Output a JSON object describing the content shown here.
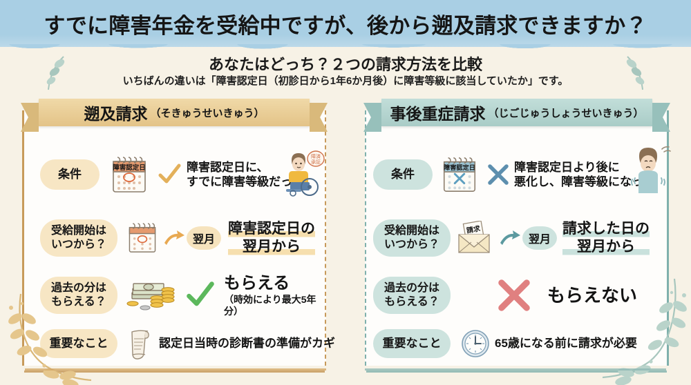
{
  "header": {
    "main_title": "すでに障害年金を受給中ですが、後から遡及請求できますか？",
    "band_color": "#a9cfe4",
    "sub_title": "あなたはどっち？２つの請求方法を比較",
    "sub_note": "いちばんの違いは「障害認定日（初診日から1年6か月後）に障害等級に該当していたか」です。"
  },
  "background_color": "#f7f2e6",
  "panels": [
    {
      "id": "sokyu",
      "accent_color": "#c79a5a",
      "ribbon_color": "#e3c387",
      "pill_color": "#f7e6c4",
      "title_main": "遡及請求",
      "title_reading": "（そきゅうせいきゅう）",
      "rows": [
        {
          "label_line1": "条件",
          "label_line2": "",
          "icon": "calendar-icon",
          "calendar_label": "障害認定日",
          "mark": "check-mark-icon",
          "text_line1": "障害認定日に、",
          "text_line2": "すでに障害等級だった",
          "figure": "wheelchair-person-illustration",
          "stamp_line1": "障済",
          "stamp_line2": "承証"
        },
        {
          "label_line1": "受給開始は",
          "label_line2": "いつから？",
          "icon": "calendar-icon",
          "arrow": "arrow-right-icon",
          "bubble": "翌月",
          "text_line1": "障害認定日の",
          "text_line2": "翌月から"
        },
        {
          "label_line1": "過去の分は",
          "label_line2": "もらえる？",
          "icon": "money-cash-icon",
          "mark": "check-mark-icon",
          "text_line1": "もらえる",
          "text_line2": "（時効により最大5年分）"
        },
        {
          "label_line1": "重要なこと",
          "label_line2": "",
          "icon": "scroll-document-icon",
          "text_line1": "認定日当時の診断書の準備がカギ",
          "text_line2": ""
        }
      ]
    },
    {
      "id": "jigo",
      "accent_color": "#7fb0ac",
      "ribbon_color": "#a9ccc7",
      "pill_color": "#cde3de",
      "title_main": "事後重症請求",
      "title_reading": "（じごじゅうしょうせいきゅう）",
      "rows": [
        {
          "label_line1": "条件",
          "label_line2": "",
          "icon": "calendar-icon",
          "calendar_label": "障害認定日",
          "mark": "cross-mark-icon",
          "text_line1": "障害認定日より後に",
          "text_line2": "悪化し、障害等級になった",
          "figure": "unwell-person-illustration"
        },
        {
          "label_line1": "受給開始は",
          "label_line2": "いつから？",
          "icon": "envelope-claim-icon",
          "envelope_label": "請求",
          "arrow": "arrow-right-icon",
          "bubble": "翌月",
          "text_line1": "請求した日の",
          "text_line2": "翌月から"
        },
        {
          "label_line1": "過去の分は",
          "label_line2": "もらえる？",
          "icon": "cross-mark-icon",
          "text_line1": "もらえない",
          "text_line2": ""
        },
        {
          "label_line1": "重要なこと",
          "label_line2": "",
          "icon": "clock-icon",
          "text_line1": "65歳になる前に請求が必要",
          "text_line2": ""
        }
      ]
    }
  ],
  "decor": {
    "leaf_color_orange": "#d9b677",
    "leaf_color_green": "#a7c6bd"
  }
}
